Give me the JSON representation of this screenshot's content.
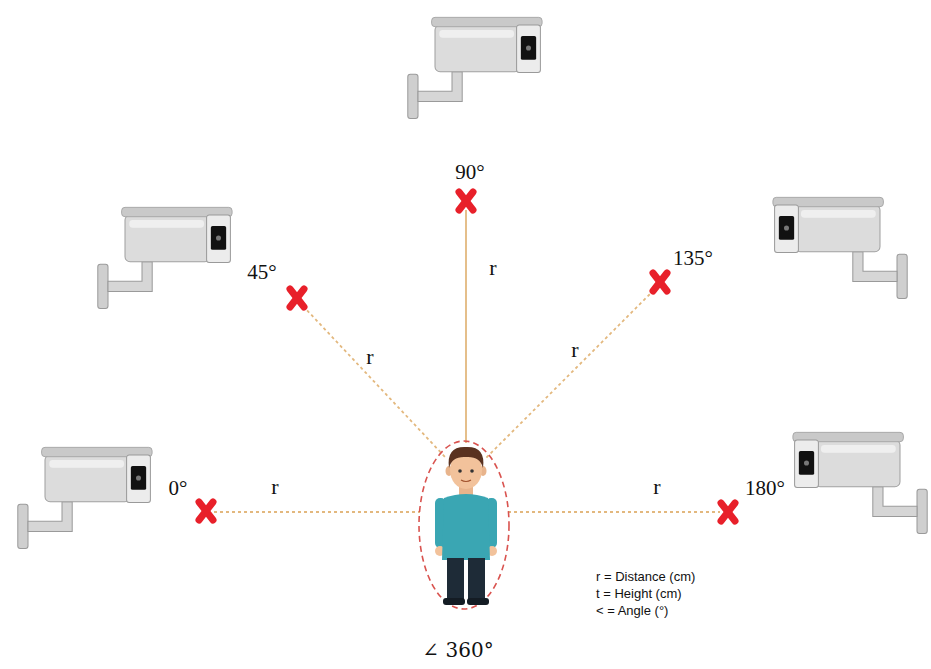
{
  "diagram": {
    "labels": [
      "90°",
      "45°",
      "135°",
      "r",
      "r",
      "r",
      "0°",
      "r",
      "r",
      "180°",
      "r = Distance (cm)",
      "t = Height (cm)",
      "< = Angle (°)",
      "∠ 360°"
    ]
  }
}
